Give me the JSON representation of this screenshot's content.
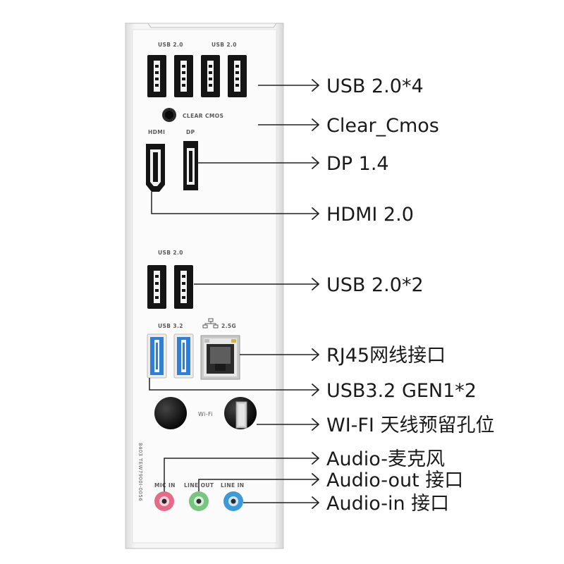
{
  "panel": {
    "usb_top_left_label": "USB 2.0",
    "usb_top_right_label": "USB 2.0",
    "clear_cmos_label": "CLEAR CMOS",
    "hdmi_label": "HDMI",
    "dp_label": "DP",
    "usb_mid_label": "USB 2.0",
    "usb32_label": "USB 3.2",
    "lan_label": "2.5G",
    "wifi_label": "Wi-Fi",
    "mic_label": "MIC IN",
    "lineout_label": "LINE OUT",
    "linein_label": "LINE IN",
    "serial": "8403 TEW7900I-0056"
  },
  "callouts": [
    "USB 2.0*4",
    "Clear_Cmos",
    "DP 1.4",
    "HDMI 2.0",
    "USB 2.0*2",
    "RJ45网线接口",
    "USB3.2 GEN1*2",
    "WI-FI 天线预留孔位",
    "Audio-麦克风",
    "Audio-out 接口",
    "Audio-in 接口"
  ],
  "colors": {
    "usb3_blue": "#2f7fd6",
    "mic_pink": "#e56b86",
    "lineout_green": "#78c57f",
    "linein_blue": "#3c9ad8"
  }
}
